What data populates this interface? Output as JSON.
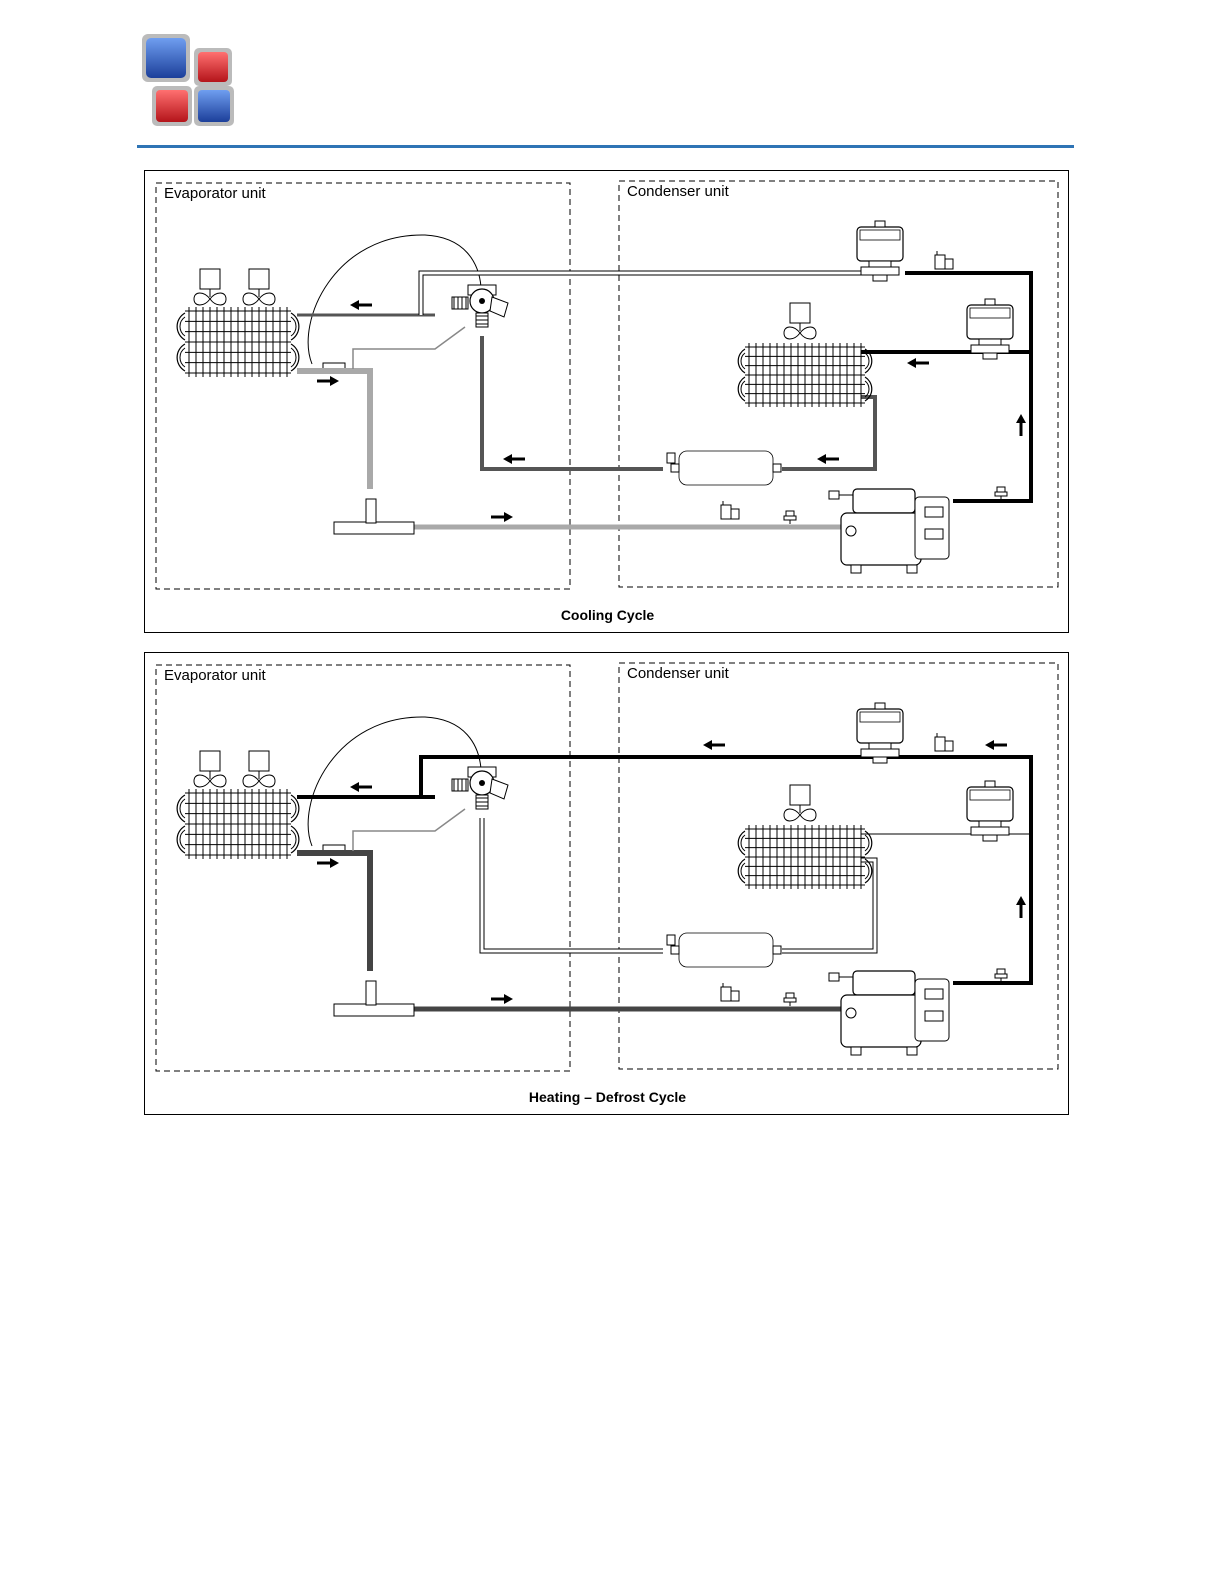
{
  "header": {
    "rule_color": "#2e74b5"
  },
  "logo": {
    "colors": [
      "#2a5fc0",
      "#d8262c",
      "#d8262c",
      "#2a5fc0"
    ]
  },
  "panels": [
    {
      "evaporator_label": "Evaporator unit",
      "condenser_label": "Condenser unit",
      "caption": "Cooling Cycle",
      "mode": "cooling"
    },
    {
      "evaporator_label": "Evaporator unit",
      "condenser_label": "Condenser unit",
      "caption": "Heating – Defrost Cycle",
      "mode": "heating"
    }
  ]
}
